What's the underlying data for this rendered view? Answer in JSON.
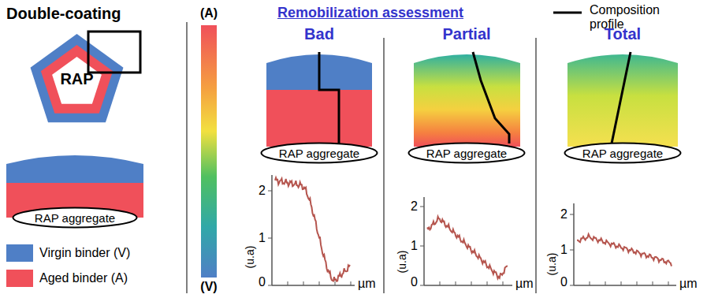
{
  "diagram": {
    "title": "Remobilization assessment",
    "nodes": [
      {
        "text": [
          "RAP"
        ]
      },
      {
        "text": [
          "RAP aggregate"
        ]
      },
      {
        "text": [
          "RAP aggregate"
        ]
      },
      {
        "text": [
          "RAP aggregate"
        ]
      },
      {
        "text": [
          "RAP aggregate"
        ]
      }
    ],
    "labels": [
      "Double-coating",
      "(A)",
      "Bad",
      "Partial",
      "Total",
      "(V)",
      "2",
      "1",
      "0",
      "(u.a)",
      "µm",
      "2",
      "1",
      "0",
      "(u.a)",
      "µm",
      "2",
      "1",
      "0",
      "(u.a)",
      "µm"
    ],
    "legend": [
      {
        "text": "Virgin binder (V)",
        "color": "#4f7fc6"
      },
      {
        "text": "Aged binder (A)",
        "color": "#f0505a"
      },
      {
        "text": "Composition profile"
      }
    ]
  }
}
